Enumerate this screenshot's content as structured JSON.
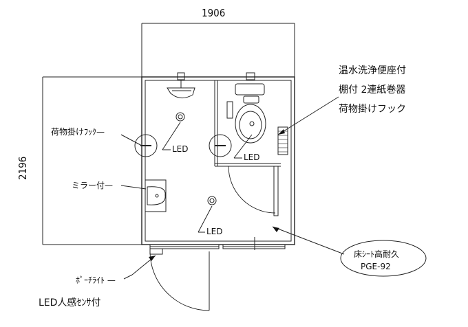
{
  "dimensions": {
    "width": "1906",
    "depth": "2196"
  },
  "labels": {
    "toilet_features": [
      "温水洗浄便座付",
      "棚付 2連紙巻器",
      "荷物掛けフック"
    ],
    "hook": "荷物掛けﾌｯｸ—",
    "mirror": "ミラー付—",
    "led": "LED",
    "floor_sheet": [
      "床ｼｰﾄ高耐久",
      "PGE-92"
    ],
    "porch_light": "ﾎﾟｰﾁﾗｲﾄ —",
    "sensor": "LED人感ｾﾝｻ付"
  }
}
